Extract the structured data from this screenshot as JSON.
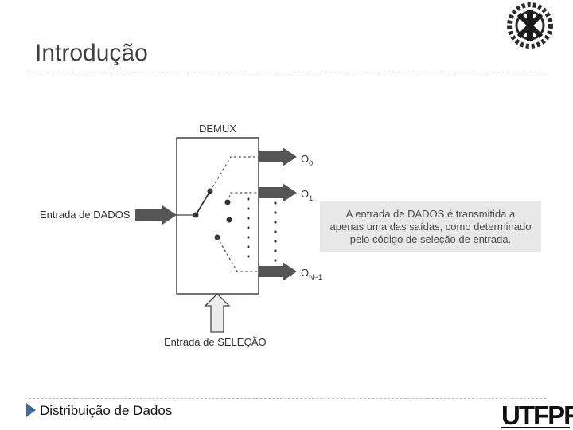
{
  "header": {
    "title": "Introdução"
  },
  "diagram": {
    "block_label": "DEMUX",
    "input_label": "Entrada de DADOS",
    "select_label": "Entrada de SELEÇÃO",
    "outputs": [
      {
        "base": "O",
        "sub": "0"
      },
      {
        "base": "O",
        "sub": "1"
      },
      {
        "base": "O",
        "sub": "N−1"
      }
    ],
    "callout_lines": [
      "A entrada de DADOS é transmitida a",
      "apenas uma das saídas, como determinado",
      "pelo código de seleção de entrada."
    ]
  },
  "footer": {
    "text": "Distribuição de Dados",
    "logo_text": "UTFPR"
  },
  "icons": {
    "top_right": "institution-seal-icon",
    "footer_bullet": "triangle-bullet-icon",
    "bottom_right": "utfpr-logo-icon"
  }
}
